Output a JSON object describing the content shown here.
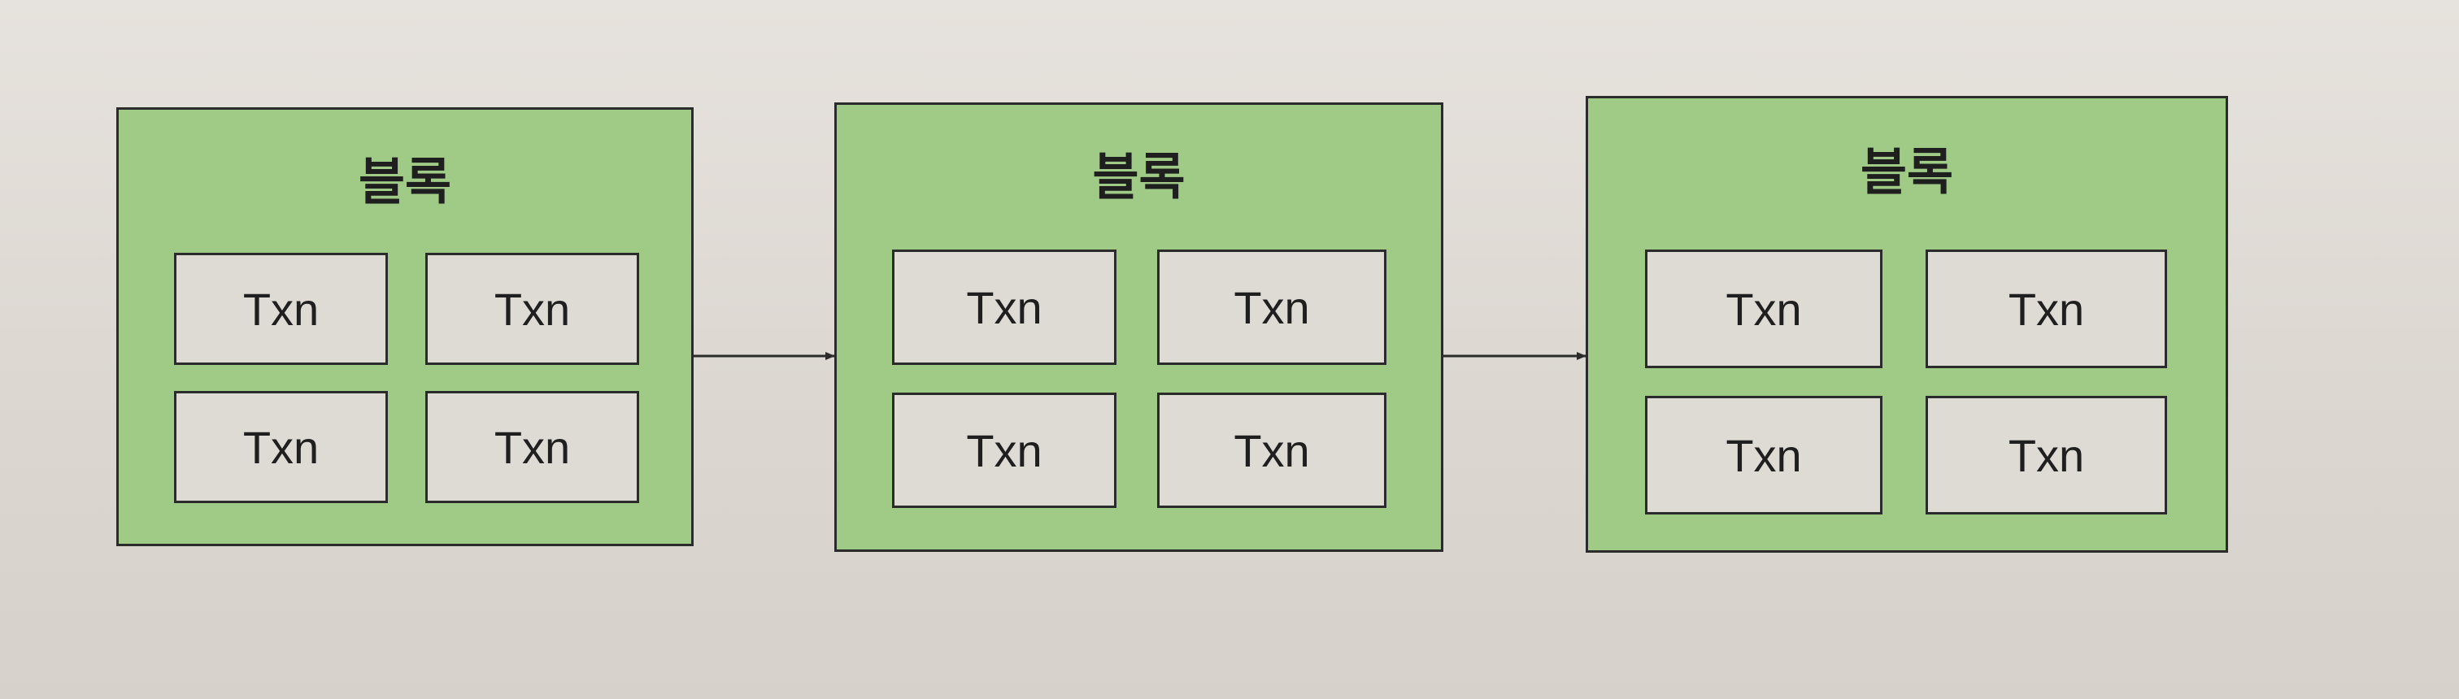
{
  "colors": {
    "block_fill": "#9fcb86",
    "txn_fill": "#dedad4",
    "stroke": "#2b2b2b"
  },
  "blocks": [
    {
      "title": "블록",
      "txns": [
        "Txn",
        "Txn",
        "Txn",
        "Txn"
      ]
    },
    {
      "title": "블록",
      "txns": [
        "Txn",
        "Txn",
        "Txn",
        "Txn"
      ]
    },
    {
      "title": "블록",
      "txns": [
        "Txn",
        "Txn",
        "Txn",
        "Txn"
      ]
    }
  ],
  "edges": [
    {
      "from": 0,
      "to": 1
    },
    {
      "from": 1,
      "to": 2
    }
  ]
}
